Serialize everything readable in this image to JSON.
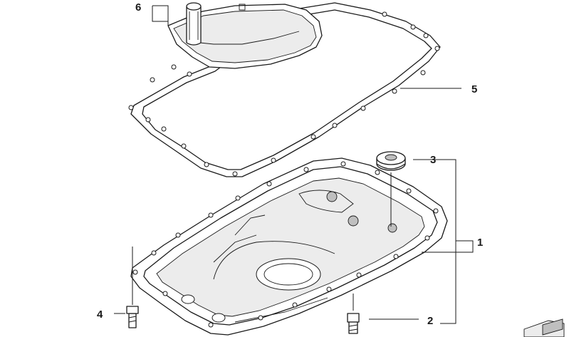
{
  "callouts": [
    {
      "id": "1",
      "label": "1"
    },
    {
      "id": "2",
      "label": "2"
    },
    {
      "id": "3",
      "label": "3"
    },
    {
      "id": "4",
      "label": "4"
    },
    {
      "id": "5",
      "label": "5"
    },
    {
      "id": "6",
      "label": "6"
    }
  ],
  "parts": {
    "1": "oil-pan",
    "2": "drain-plug",
    "3": "sealing-grommet",
    "4": "pan-bolt",
    "5": "pan-gasket",
    "6": "oil-filter"
  },
  "colors": {
    "line": "#1a1a1a",
    "background": "#ffffff",
    "shade": "#ececec"
  }
}
